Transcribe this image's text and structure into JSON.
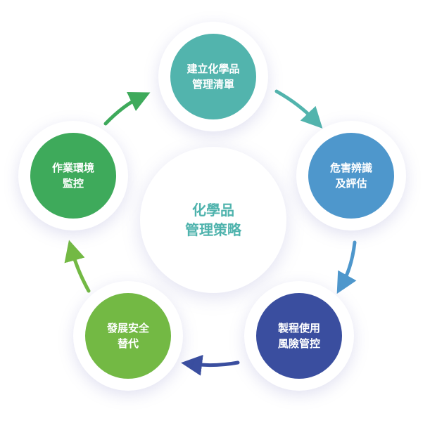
{
  "center": {
    "line1": "化學品",
    "line2": "管理策略",
    "color": "#4fb3ad"
  },
  "steps": [
    {
      "line1": "建立化學品",
      "line2": "管理清單",
      "color": "#52b4ad"
    },
    {
      "line1": "危害辨識",
      "line2": "及評估",
      "color": "#4e97cc"
    },
    {
      "line1": "製程使用",
      "line2": "風險管控",
      "color": "#3a4e9f"
    },
    {
      "line1": "發展安全",
      "line2": "替代",
      "color": "#73b944"
    },
    {
      "line1": "作業環境",
      "line2": "監控",
      "color": "#3eaa5b"
    }
  ]
}
